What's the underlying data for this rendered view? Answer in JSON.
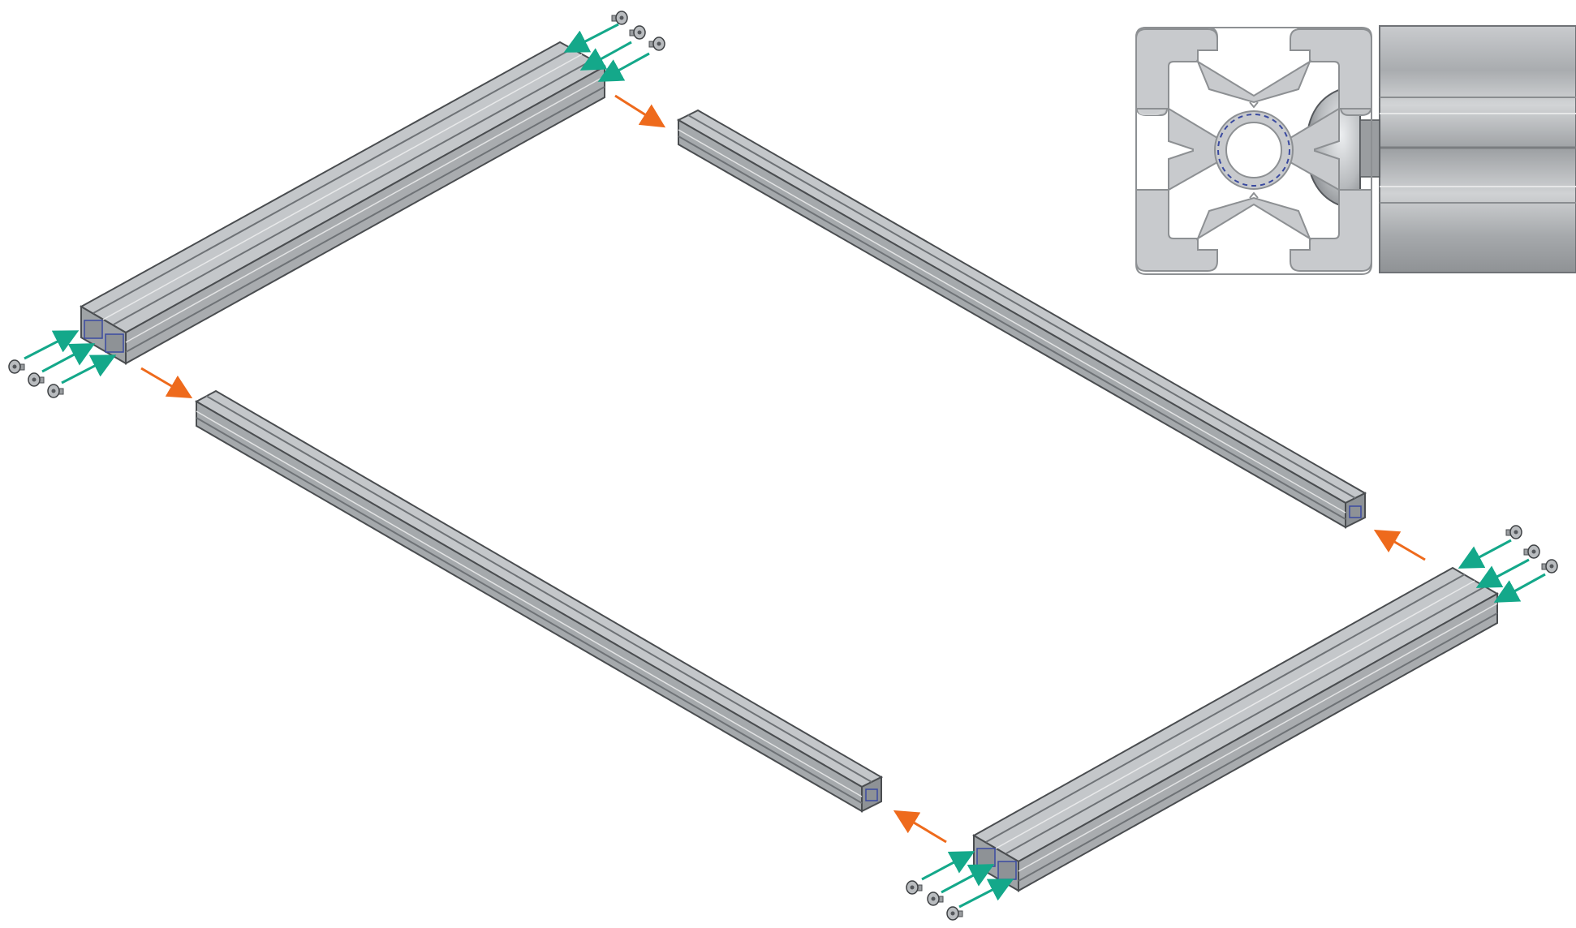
{
  "diagram": {
    "description_text": "",
    "colors": {
      "background": "#ffffff",
      "extrusion_light": "#d7d9db",
      "extrusion_mid": "#b4b7ba",
      "extrusion_dark": "#7e8286",
      "extrusion_edge": "#4a4d50",
      "screw_arrow": "#14a88a",
      "placement_arrow": "#ee6a1c",
      "hidden_line": "#3a4aa0"
    },
    "parts": [
      {
        "id": "double-rail-top-left",
        "kind": "double-slot extrusion"
      },
      {
        "id": "single-rail-top-right",
        "kind": "single-slot extrusion"
      },
      {
        "id": "single-rail-bottom-left",
        "kind": "single-slot extrusion"
      },
      {
        "id": "double-rail-bottom-right",
        "kind": "double-slot extrusion"
      }
    ],
    "screw_groups": [
      {
        "id": "screws-top",
        "count": 3
      },
      {
        "id": "screws-left",
        "count": 3
      },
      {
        "id": "screws-right",
        "count": 3
      },
      {
        "id": "screws-bottom",
        "count": 3
      }
    ],
    "icons": {
      "screw": "button-head-screw-icon",
      "arrow_insert": "green-insert-arrow-icon",
      "arrow_place": "orange-place-arrow-icon",
      "detail": "profile-cross-section-detail"
    }
  }
}
